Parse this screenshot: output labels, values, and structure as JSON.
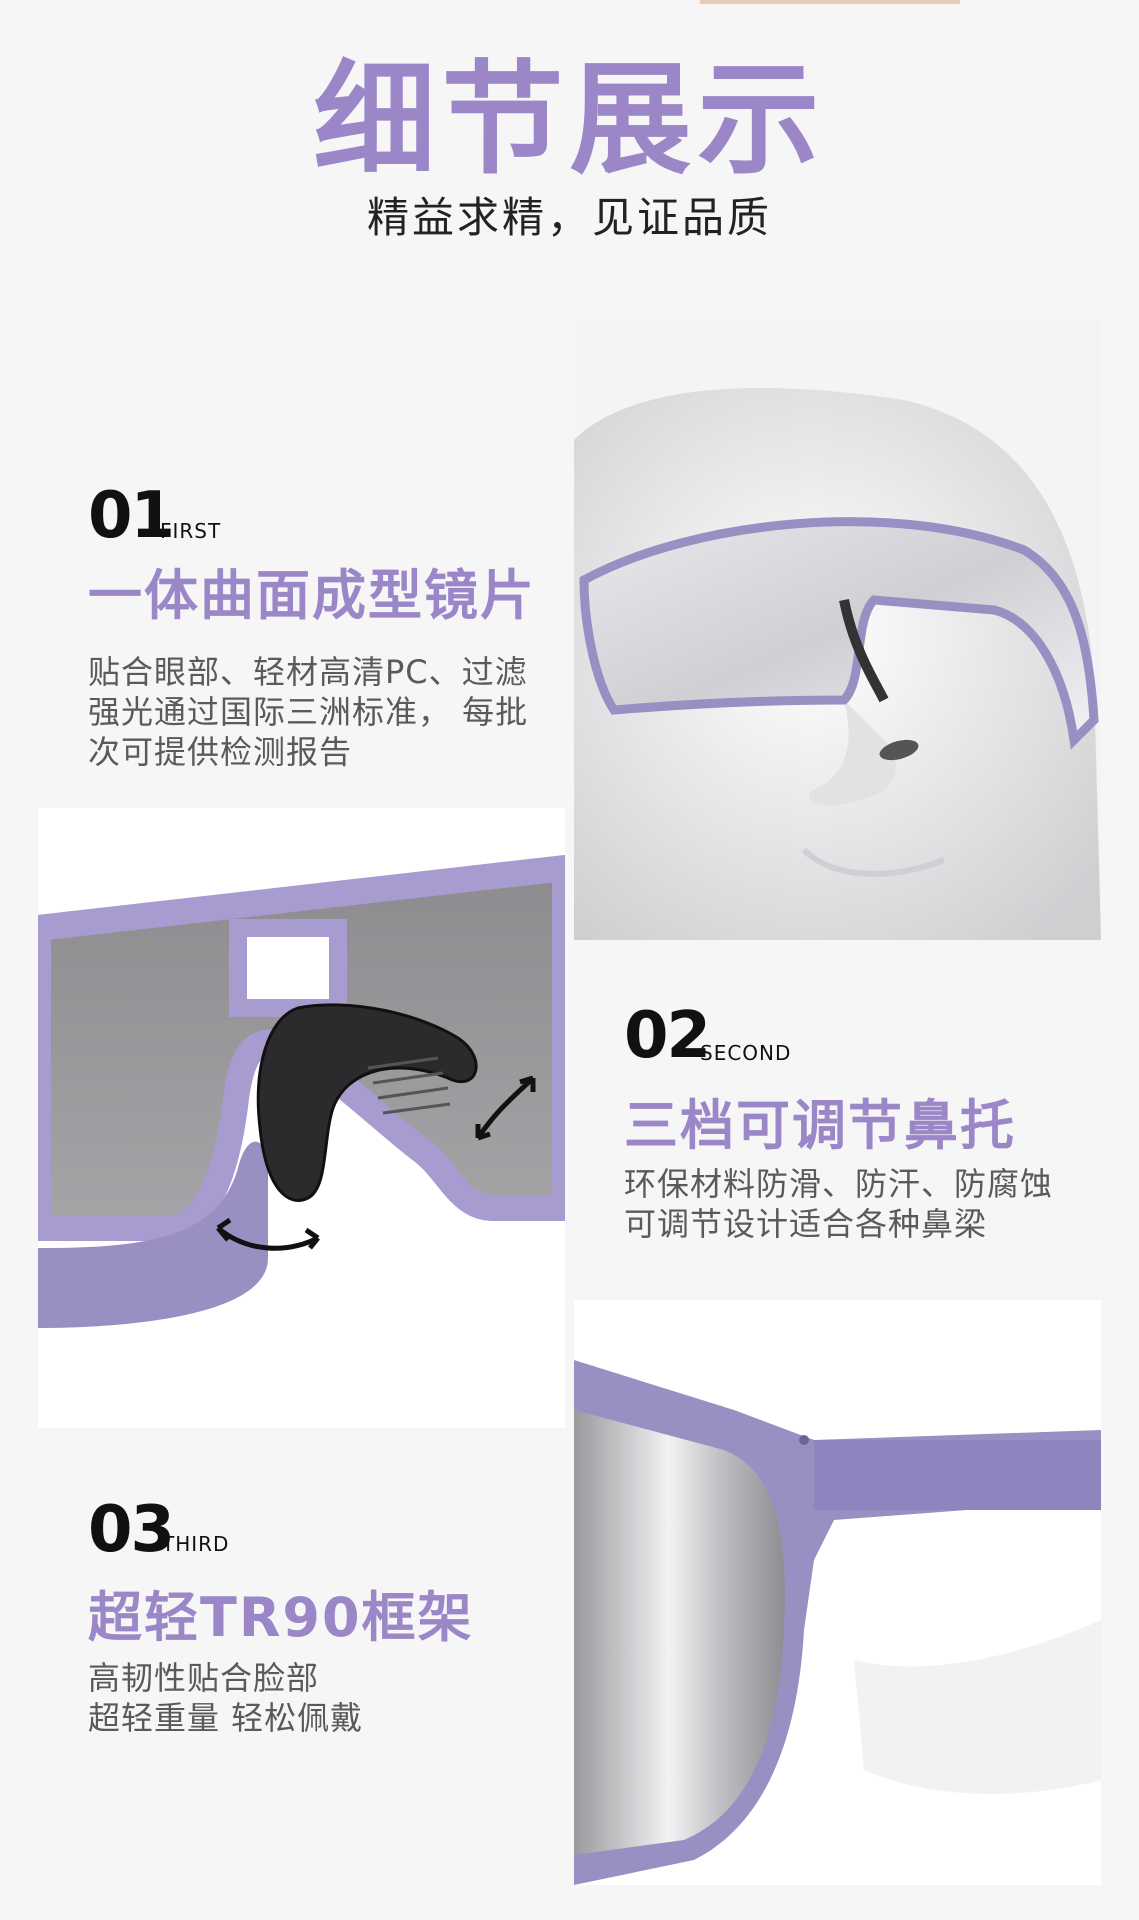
{
  "header": {
    "title": "细节展示",
    "subtitle": "精益求精，见证品质"
  },
  "features": [
    {
      "number": "01",
      "tag": "FIRST",
      "heading": "一体曲面成型镜片",
      "description": [
        "贴合眼部、轻材高清PC、过滤",
        "强光通过国际三洲标准， 每批",
        "次可提供检测报告"
      ]
    },
    {
      "number": "02",
      "tag": "SECOND",
      "heading": "三档可调节鼻托",
      "description": [
        "环保材料防滑、防汗、防腐蚀",
        "可调节设计适合各种鼻梁"
      ]
    },
    {
      "number": "03",
      "tag": "THIRD",
      "heading": "超轻TR90框架",
      "description": [
        "高韧性贴合脸部",
        "超轻重量 轻松佩戴"
      ]
    }
  ],
  "colors": {
    "accent": "#9b87c7",
    "frame": "#9a8fc3",
    "background": "#f6f6f7"
  }
}
